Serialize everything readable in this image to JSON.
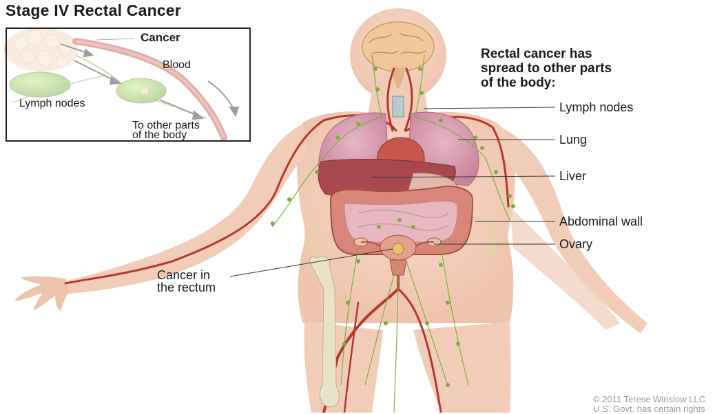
{
  "title": "Stage IV Rectal Cancer",
  "headline": [
    "Rectal cancer has",
    "spread to other parts",
    "of the body:"
  ],
  "labels": {
    "lymph_nodes": "Lymph nodes",
    "lung": "Lung",
    "liver": "Liver",
    "abdominal_wall": "Abdominal wall",
    "ovary": "Ovary",
    "cancer_in_rectum_line1": "Cancer in",
    "cancer_in_rectum_line2": "the rectum"
  },
  "inset": {
    "cancer": "Cancer",
    "blood": "Blood",
    "lymph_nodes": "Lymph nodes",
    "to_other_parts_line1": "To other parts",
    "to_other_parts_line2": "of the body"
  },
  "credit": [
    "© 2011 Terese Winslow LLC",
    "U.S. Govt. has certain rights"
  ],
  "colors": {
    "skin": "#f3d3c0",
    "lung": "#d79aae",
    "liver": "#a8484f",
    "intestine": "#d98579",
    "artery": "#b3372d",
    "lymph": "#7cae3c",
    "brain": "#efc79a"
  }
}
